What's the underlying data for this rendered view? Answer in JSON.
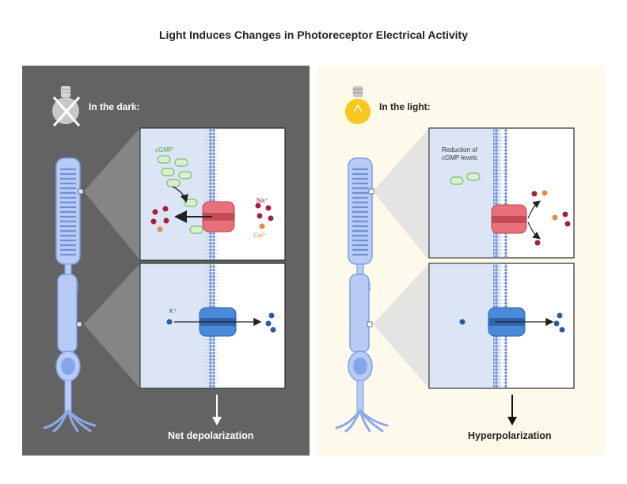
{
  "title": "Light Induces Changes in Photoreceptor Electrical Activity",
  "dark": {
    "condition": "In the dark:",
    "cgmp_label": "cGMP",
    "na_label": "Na⁺",
    "ca_label": "Ca²⁺",
    "k_label": "K⁺",
    "result": "Net depolarization"
  },
  "light": {
    "condition": "In the light:",
    "reduction_label": "Reduction of cGMP levels",
    "result": "Hyperpolarization"
  },
  "colors": {
    "dark_bg": "#636363",
    "light_bg": "#fdfaeb",
    "cell_fill": "#b8cbf5",
    "cell_stroke": "#7f9ee6",
    "cgmp": "#d9f0cf",
    "na": "#a3213f",
    "ca": "#e68a45",
    "k": "#2c5aa0",
    "cng_channel": "#e8707a",
    "k_channel": "#4a8ad8",
    "bulb_on": "#f7c81e"
  },
  "icons": {
    "dark_bulb": "lightbulb-off-icon",
    "light_bulb": "lightbulb-on-icon"
  }
}
